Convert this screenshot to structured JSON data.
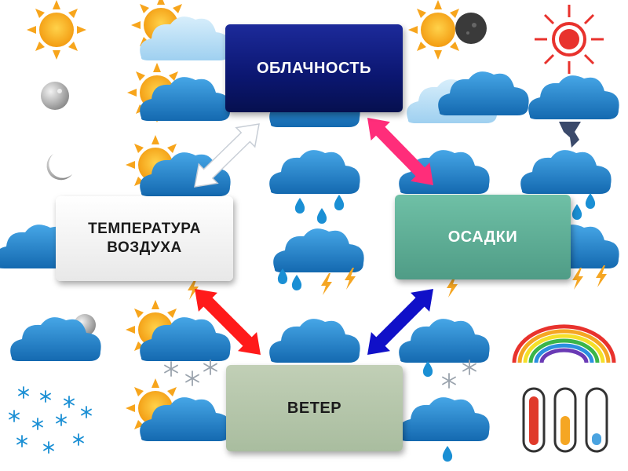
{
  "diagram": {
    "nodes": {
      "clouds": "ОБЛАЧНОСТЬ",
      "precipitation": "ОСАДКИ",
      "temperature": "ТЕМПЕРАТУРА\nВОЗДУХА",
      "wind": "ВЕТЕР"
    },
    "edges": [
      {
        "from": "clouds",
        "to": "temperature",
        "color": "#ffffff"
      },
      {
        "from": "clouds",
        "to": "precipitation",
        "color": "#ff2d7a"
      },
      {
        "from": "temperature",
        "to": "wind",
        "color": "#ff1a1a"
      },
      {
        "from": "precipitation",
        "to": "wind",
        "color": "#1010c8"
      }
    ]
  },
  "colors": {
    "clouds_box": "#0b1670",
    "precipitation_box": "#5aa892",
    "temperature_box": "#f2f2f2",
    "wind_box": "#b3c4a8",
    "cloud_icon": "#1f82c9",
    "sun_icon": "#f7a51c",
    "rain_drop": "#1a8fd4",
    "lightning": "#f5a623"
  },
  "background_icons": [
    "sun-icon",
    "sun-cloud-icon",
    "moon-icon",
    "cloud-icon",
    "rain-cloud-icon",
    "storm-cloud-icon",
    "tornado-icon",
    "snow-icon",
    "rainbow-icon",
    "thermometer-icon"
  ]
}
